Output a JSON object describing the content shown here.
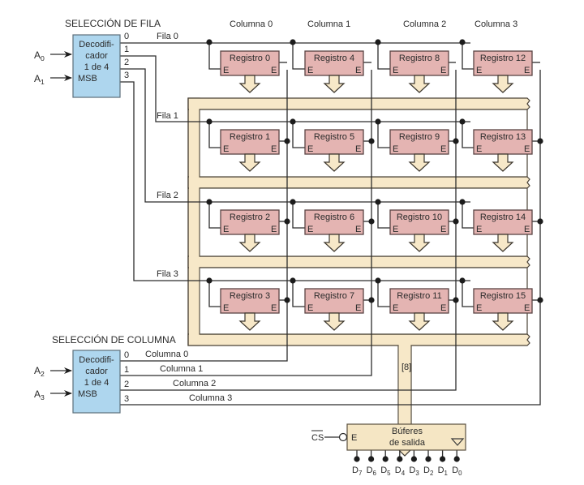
{
  "row_select": {
    "title": "SELECCIÓN DE FILA",
    "decoder_lines": [
      "Decodifi-",
      "cador",
      "1 de 4",
      "MSB"
    ],
    "inputs": [
      {
        "name": "A",
        "sub": "0"
      },
      {
        "name": "A",
        "sub": "1"
      }
    ],
    "outputs": [
      "0",
      "1",
      "2",
      "3"
    ],
    "row_labels": [
      "Fila  0",
      "Fila  1",
      "Fila  2",
      "Fila  3"
    ]
  },
  "column_headers": [
    "Columna 0",
    "Columna 1",
    "Columna 2",
    "Columna 3"
  ],
  "registers": [
    [
      "Registro 0",
      "Registro 4",
      "Registro 8",
      "Registro 12"
    ],
    [
      "Registro 1",
      "Registro 5",
      "Registro 9",
      "Registro 13"
    ],
    [
      "Registro 2",
      "Registro 6",
      "Registro 10",
      "Registro 14"
    ],
    [
      "Registro 3",
      "Registro 7",
      "Registro 11",
      "Registro 15"
    ]
  ],
  "enable_label": "E",
  "col_select": {
    "title": "SELECCIÓN DE COLUMNA",
    "decoder_lines": [
      "Decodifi-",
      "cador",
      "1 de 4",
      "MSB"
    ],
    "inputs": [
      {
        "name": "A",
        "sub": "2"
      },
      {
        "name": "A",
        "sub": "3"
      }
    ],
    "outputs": [
      "0",
      "1",
      "2",
      "3"
    ],
    "col_labels": [
      "Columna 0",
      "Columna 1",
      "Columna 2",
      "Columna 3"
    ]
  },
  "bus_width_label": "[8]",
  "output_buffer": {
    "lines": [
      "Búferes",
      "de salida"
    ],
    "enable": "E",
    "cs_label": "CS",
    "data_outputs": [
      {
        "name": "D",
        "sub": "7"
      },
      {
        "name": "D",
        "sub": "6"
      },
      {
        "name": "D",
        "sub": "5"
      },
      {
        "name": "D",
        "sub": "4"
      },
      {
        "name": "D",
        "sub": "3"
      },
      {
        "name": "D",
        "sub": "2"
      },
      {
        "name": "D",
        "sub": "1"
      },
      {
        "name": "D",
        "sub": "0"
      }
    ]
  },
  "colors": {
    "register_fill": "#e4b4b2",
    "decoder_fill": "#aed6ee",
    "bus_fill": "#f7e8c8",
    "wire": "#2c2c2c"
  }
}
